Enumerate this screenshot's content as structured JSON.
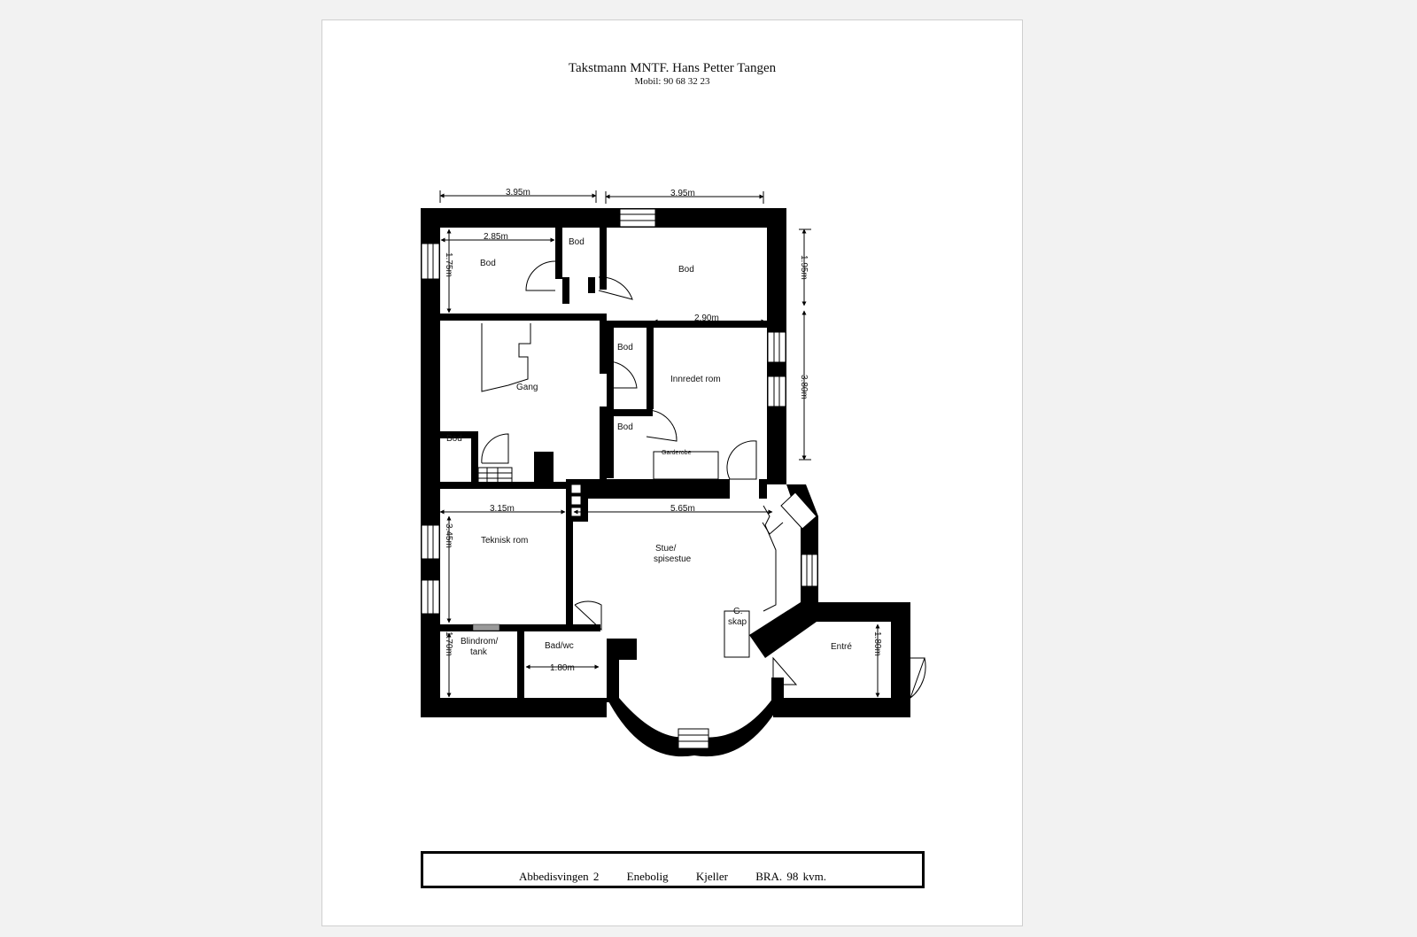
{
  "header": {
    "title": "Takstmann MNTF. Hans Petter Tangen",
    "subtitle": "Mobil: 90 68 32 23"
  },
  "rooms": {
    "bod_top_left": "Bod",
    "bod_small": "Bod",
    "bod_top_right": "Bod",
    "bod_mid_right": "Bod",
    "bod_lower_right": "Bod",
    "bod_left": "Bod",
    "gang": "Gang",
    "innredet_rom": "Innredet rom",
    "garderobe": "Garderobe",
    "teknisk_rom": "Teknisk rom",
    "stue_line1": "Stue/",
    "stue_line2": "spisestue",
    "blindrom_line1": "Blindrom/",
    "blindrom_line2": "tank",
    "bad": "Bad/wc",
    "gskap_line1": "G.",
    "gskap_line2": "skap",
    "entre": "Entré"
  },
  "dimensions": {
    "top_left_width": "3.95m",
    "top_right_width": "3.95m",
    "bod_width": "2.85m",
    "bod_height": "1.75m",
    "right_upper_height": "1.95m",
    "innredet_width": "2.90m",
    "right_mid_height": "3.80m",
    "teknisk_width": "3.15m",
    "stue_width": "5.65m",
    "teknisk_height": "3.45m",
    "blindrom_height": "1.70m",
    "bad_width": "1.80m",
    "entre_height": "1.80m"
  },
  "footer": {
    "address": "Abbedisvingen 2",
    "type": "Enebolig",
    "floor": "Kjeller",
    "area": "BRA. 98 kvm."
  }
}
